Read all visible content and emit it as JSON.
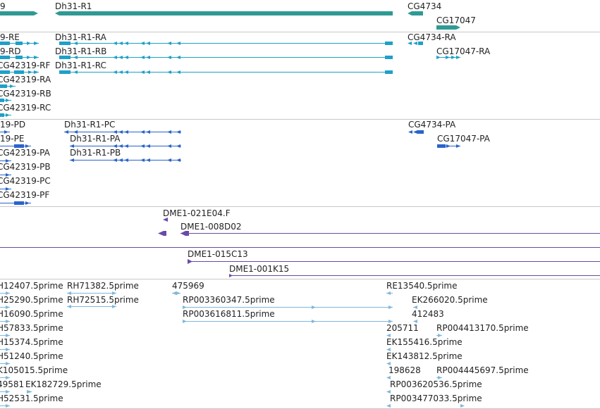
{
  "colors": {
    "gene": "#2f9a94",
    "transcript": "#1fa0c8",
    "protein": "#2a64cc",
    "clone": "#6a4aa8",
    "est": "#80b8dc",
    "divider": "#c8c8c8",
    "text": "#222222"
  },
  "tracks": {
    "genes": {
      "labels": [
        "9",
        "Dh31-R1",
        "CG4734",
        "CG17047"
      ]
    },
    "transcripts": {
      "labels": [
        "9-RE",
        "Dh31-R1-RA",
        "CG4734-RA",
        "9-RD",
        "Dh31-R1-RB",
        "CG17047-RA",
        "CG42319-RF",
        "Dh31-R1-RC",
        "CG42319-RA",
        "CG42319-RB",
        "CG42319-RC"
      ]
    },
    "proteins": {
      "labels": [
        "19-PD",
        "Dh31-R1-PC",
        "CG4734-PA",
        "19-PE",
        "Dh31-R1-PA",
        "CG17047-PA",
        "CG42319-PA",
        "Dh31-R1-PB",
        "CG42319-PB",
        "CG42319-PC",
        "CG42319-PF"
      ]
    },
    "clones": {
      "labels": [
        "DME1-021E04.F",
        "DME1-008D02",
        "DME1-015C13",
        "DME1-001K15"
      ]
    },
    "ests": {
      "labels": [
        "H12407.5prime",
        "RH71382.5prime",
        "475969",
        "RE13540.5prime",
        "H25290.5prime",
        "RH72515.5prime",
        "RP003360347.5prime",
        "EK266020.5prime",
        "H16090.5prime",
        "RP003616811.5prime",
        "412483",
        "H57833.5prime",
        "205711",
        "RP004413170.5prime",
        "H15374.5prime",
        "EK155416.5prime",
        "H51240.5prime",
        "EK143812.5prime",
        "K105015.5prime",
        "198628",
        "RP004445697.5prime",
        "49581",
        "EK182729.5prime",
        "RP003620536.5prime",
        "H52531.5prime",
        "RP003477033.5prime"
      ]
    }
  }
}
